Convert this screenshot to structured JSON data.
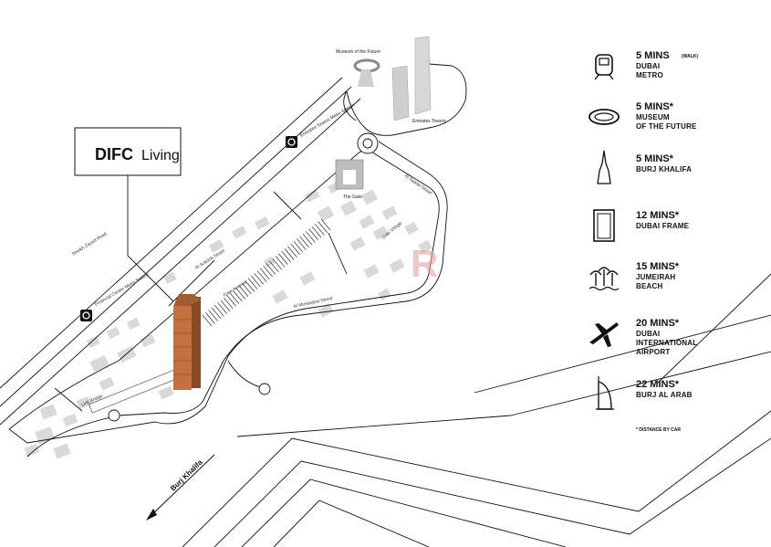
{
  "logo": {
    "brand": "DIFC",
    "suffix": "Living"
  },
  "map_labels": {
    "museum_of_the_future": "Museum of the Future",
    "emirates_towers": "Emirates Towers",
    "emirates_towers_station": "Emirates Towers Metro Station",
    "the_gate": "The Gate",
    "gate_village": "Gate Village",
    "financial_centre_station": "Financial Centre Metro Station",
    "sheikh_zayed_road": "Sheikh Zayed Road",
    "al_sukook_street": "Al Sukook Street",
    "al_saada_street": "Al Saada Street",
    "al_mustaqbal_street": "Al Mustaqbal Street",
    "gate_avenue": "Gate Avenue",
    "link_bridge": "Link Bridge",
    "burj_khalifa_pointer": "Burj Khalifa"
  },
  "legend": [
    {
      "icon": "metro-train-icon",
      "time": "5 MINS",
      "note": "(WALK)",
      "line1": "DUBAI",
      "line2": "METRO",
      "line3": ""
    },
    {
      "icon": "museum-ring-icon",
      "time": "5 MINS*",
      "note": "",
      "line1": "MUSEUM",
      "line2": "OF THE FUTURE",
      "line3": ""
    },
    {
      "icon": "burj-khalifa-icon",
      "time": "5 MINS*",
      "note": "",
      "line1": "BURJ KHALIFA",
      "line2": "",
      "line3": ""
    },
    {
      "icon": "dubai-frame-icon",
      "time": "12 MINS*",
      "note": "",
      "line1": "DUBAI FRAME",
      "line2": "",
      "line3": ""
    },
    {
      "icon": "palm-beach-icon",
      "time": "15 MINS*",
      "note": "",
      "line1": "JUMEIRAH",
      "line2": "BEACH",
      "line3": ""
    },
    {
      "icon": "airplane-icon",
      "time": "20 MINS*",
      "note": "",
      "line1": "DUBAI",
      "line2": "INTERNATIONAL",
      "line3": "AIRPORT"
    },
    {
      "icon": "burj-al-arab-icon",
      "time": "22 MINS*",
      "note": "",
      "line1": "BURJ AL ARAB",
      "line2": "",
      "line3": ""
    }
  ],
  "footnote": "* DISTANCE BY CAR",
  "colors": {
    "tower": "#c2713f",
    "tower_dark": "#8a4a25",
    "watermark": "#e5a3a3",
    "ink": "#111111"
  }
}
